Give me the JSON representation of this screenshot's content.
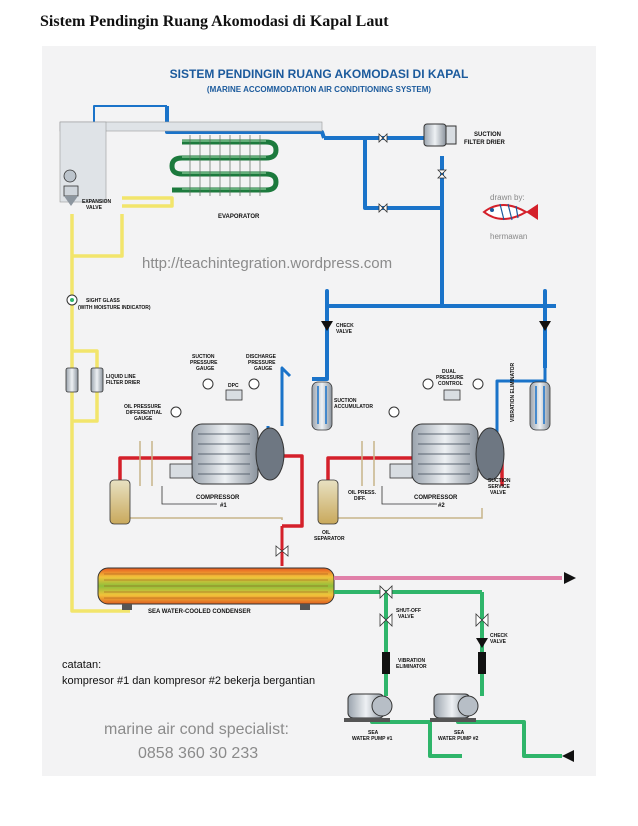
{
  "document": {
    "title": "Sistem Pendingin Ruang Akomodasi di Kapal Laut"
  },
  "diagram": {
    "heading": "SISTEM PENDINGIN RUANG AKOMODASI DI KAPAL",
    "subheading": "(MARINE ACCOMMODATION AIR CONDITIONING SYSTEM)",
    "url": "http://teachintegration.wordpress.com",
    "credit_drawn_by": "drawn by:",
    "credit_author": "hermawan",
    "labels": {
      "suction_filter_drier_1": "SUCTION",
      "suction_filter_drier_2": "FILTER DRIER",
      "expansion_valve_1": "EXPANSION",
      "expansion_valve_2": "VALVE",
      "evaporator": "EVAPORATOR",
      "sight_glass_1": "SIGHT GLASS",
      "sight_glass_2": "(WITH MOISTURE INDICATOR)",
      "check_valve_top_1": "CHECK",
      "check_valve_top_2": "VALVE",
      "suction_pressure_gauge_1": "SUCTION",
      "suction_pressure_gauge_2": "PRESSURE",
      "suction_pressure_gauge_3": "GAUGE",
      "discharge_pressure_gauge_1": "DISCHARGE",
      "discharge_pressure_gauge_2": "PRESSURE",
      "discharge_pressure_gauge_3": "GAUGE",
      "dpc": "DPC",
      "liquid_line_filter_drier_1": "LIQUID LINE",
      "liquid_line_filter_drier_2": "FILTER DRIER",
      "oil_pressure_gauge_1": "OIL PRESSURE",
      "oil_pressure_gauge_2": "DIFFERENTIAL",
      "oil_pressure_gauge_3": "GAUGE",
      "suction_accumulator_1": "SUCTION",
      "suction_accumulator_2": "ACCUMULATOR",
      "dual_pressure_control_1": "DUAL",
      "dual_pressure_control_2": "PRESSURE",
      "dual_pressure_control_3": "CONTROL",
      "vibration_eliminator_vertical": "VIBRATION ELIMINATOR",
      "compressor_1_a": "COMPRESSOR",
      "compressor_1_b": "#1",
      "compressor_2_a": "COMPRESSOR",
      "compressor_2_b": "#2",
      "oil_press_diff_1": "OIL PRESS.",
      "oil_press_diff_2": "DIFF.",
      "suction_service_valve_1": "SUCTION",
      "suction_service_valve_2": "SERVICE",
      "suction_service_valve_3": "VALVE",
      "oil_separator_1": "OIL",
      "oil_separator_2": "SEPARATOR",
      "condenser": "SEA WATER-COOLED CONDENSER",
      "shut_off_valve_1": "SHUT-OFF",
      "shut_off_valve_2": "VALVE",
      "check_valve_bottom_1": "CHECK",
      "check_valve_bottom_2": "VALVE",
      "vibration_eliminator_1": "VIBRATION",
      "vibration_eliminator_2": "ELIMINATOR",
      "pump_1_a": "SEA",
      "pump_1_b": "WATER PUMP #1",
      "pump_2_a": "SEA",
      "pump_2_b": "WATER PUMP #2"
    },
    "notes_title": "catatan:",
    "notes_body": "kompresor #1 dan kompresor #2 bekerja bergantian",
    "specialist": "marine air cond specialist:",
    "phone": "0858 360 30 233"
  },
  "colors": {
    "suction_line": "#1a73c9",
    "liquid_line": "#f2e56b",
    "discharge_line": "#d4202a",
    "sea_water_out": "#e07fa8",
    "sea_water_in": "#2fb56a",
    "evaporator_coil": "#1c7a3d",
    "heading": "#1b5a9c"
  }
}
